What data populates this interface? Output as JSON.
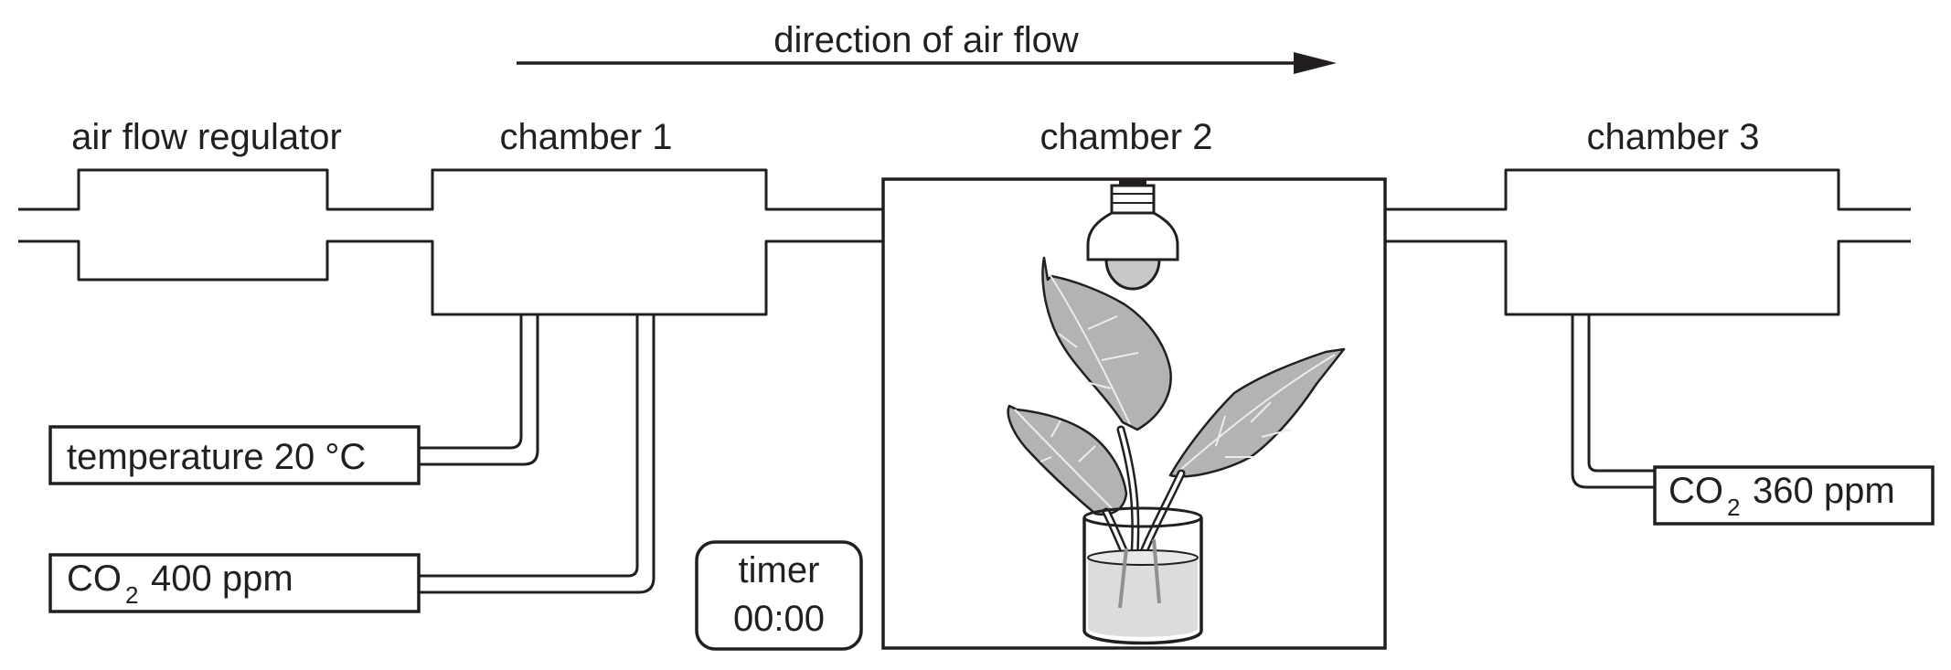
{
  "flow": {
    "label": "direction of air flow"
  },
  "regulator": {
    "label": "air flow regulator"
  },
  "chamber1": {
    "label": "chamber 1"
  },
  "chamber2": {
    "label": "chamber 2"
  },
  "chamber3": {
    "label": "chamber 3"
  },
  "temperature_sensor": {
    "label": "temperature 20 °C"
  },
  "co2_sensor_1": {
    "prefix": "CO",
    "subscript": "2",
    "value": "400 ppm"
  },
  "co2_sensor_3": {
    "prefix": "CO",
    "subscript": "2",
    "value": "360 ppm"
  },
  "timer": {
    "label": "timer",
    "value": "00:00"
  }
}
